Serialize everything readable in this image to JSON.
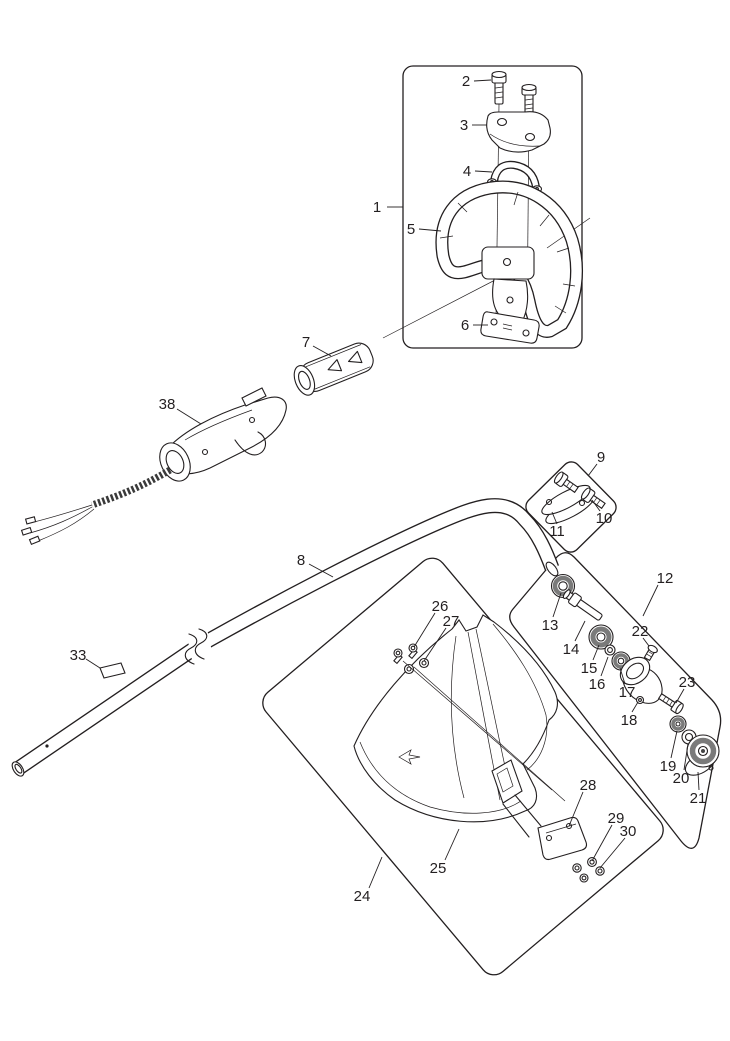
{
  "diagram": {
    "type": "exploded-parts-diagram",
    "background": "#ffffff",
    "line_color": "#231f20",
    "shade_color": "#7a7a7a",
    "callouts": {
      "c1": "1",
      "c2": "2",
      "c3": "3",
      "c4": "4",
      "c5": "5",
      "c6": "6",
      "c7": "7",
      "c8": "8",
      "c9": "9",
      "c10": "10",
      "c11": "11",
      "c12": "12",
      "c13": "13",
      "c14": "14",
      "c15": "15",
      "c16": "16",
      "c17": "17",
      "c18": "18",
      "c19": "19",
      "c20": "20",
      "c21": "21",
      "c22": "22",
      "c23": "23",
      "c24": "24",
      "c25": "25",
      "c26": "26",
      "c27": "27",
      "c28": "28",
      "c29": "29",
      "c30": "30",
      "c33": "33",
      "c38": "38"
    }
  }
}
